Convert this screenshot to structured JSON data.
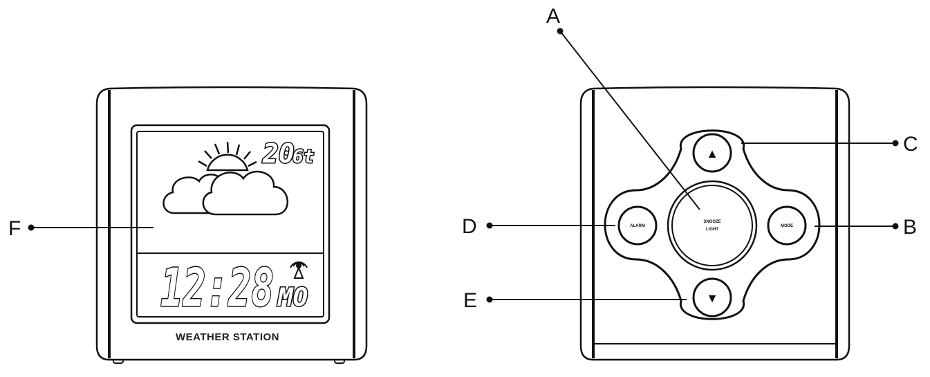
{
  "front_view": {
    "brand_label": "WEATHER STATION",
    "lcd": {
      "time": "12:28",
      "day": "MO",
      "top_value": "20",
      "top_unit": "6t",
      "forecast": "sun-behind-clouds-icon",
      "signal": "radio-signal-icon"
    }
  },
  "back_view": {
    "buttons": {
      "up_symbol": "▲",
      "down_symbol": "▼",
      "center_line1": "SNOOZE",
      "center_line2": "LIGHT",
      "left": "ALARM",
      "right": "MODE"
    }
  },
  "callouts": {
    "A": "A",
    "B": "B",
    "C": "C",
    "D": "D",
    "E": "E",
    "F": "F"
  },
  "colors": {
    "line": "#111111",
    "fill": "#ffffff"
  }
}
